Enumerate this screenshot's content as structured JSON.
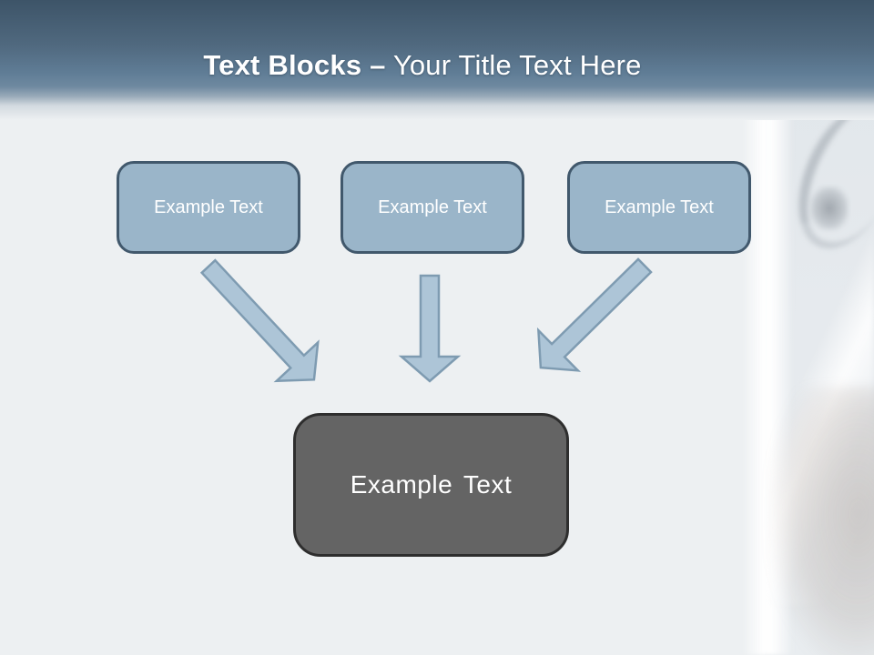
{
  "slide": {
    "title": {
      "bold": "Text Blocks",
      "dash": "–",
      "rest": "Your Title Text Here"
    },
    "blocks": [
      {
        "label": "Example Text"
      },
      {
        "label": "Example Text"
      },
      {
        "label": "Example Text"
      }
    ],
    "result_block": {
      "label": "Example Text"
    },
    "background_photo_description": "faded photo of a white lab coat with stethoscope along the right edge",
    "colors": {
      "header_top": "#3d5468",
      "header_mid": "#6e89a0",
      "background": "#edf0f2",
      "title_text": "#ffffff",
      "block_fill": "#9ab5c9",
      "block_border": "#41586c",
      "block_text": "#ffffff",
      "arrow_fill": "#adc5d7",
      "arrow_stroke": "#7e9bb1",
      "result_fill": "#646464",
      "result_border": "#2e2e2e",
      "result_text": "#ffffff"
    }
  }
}
